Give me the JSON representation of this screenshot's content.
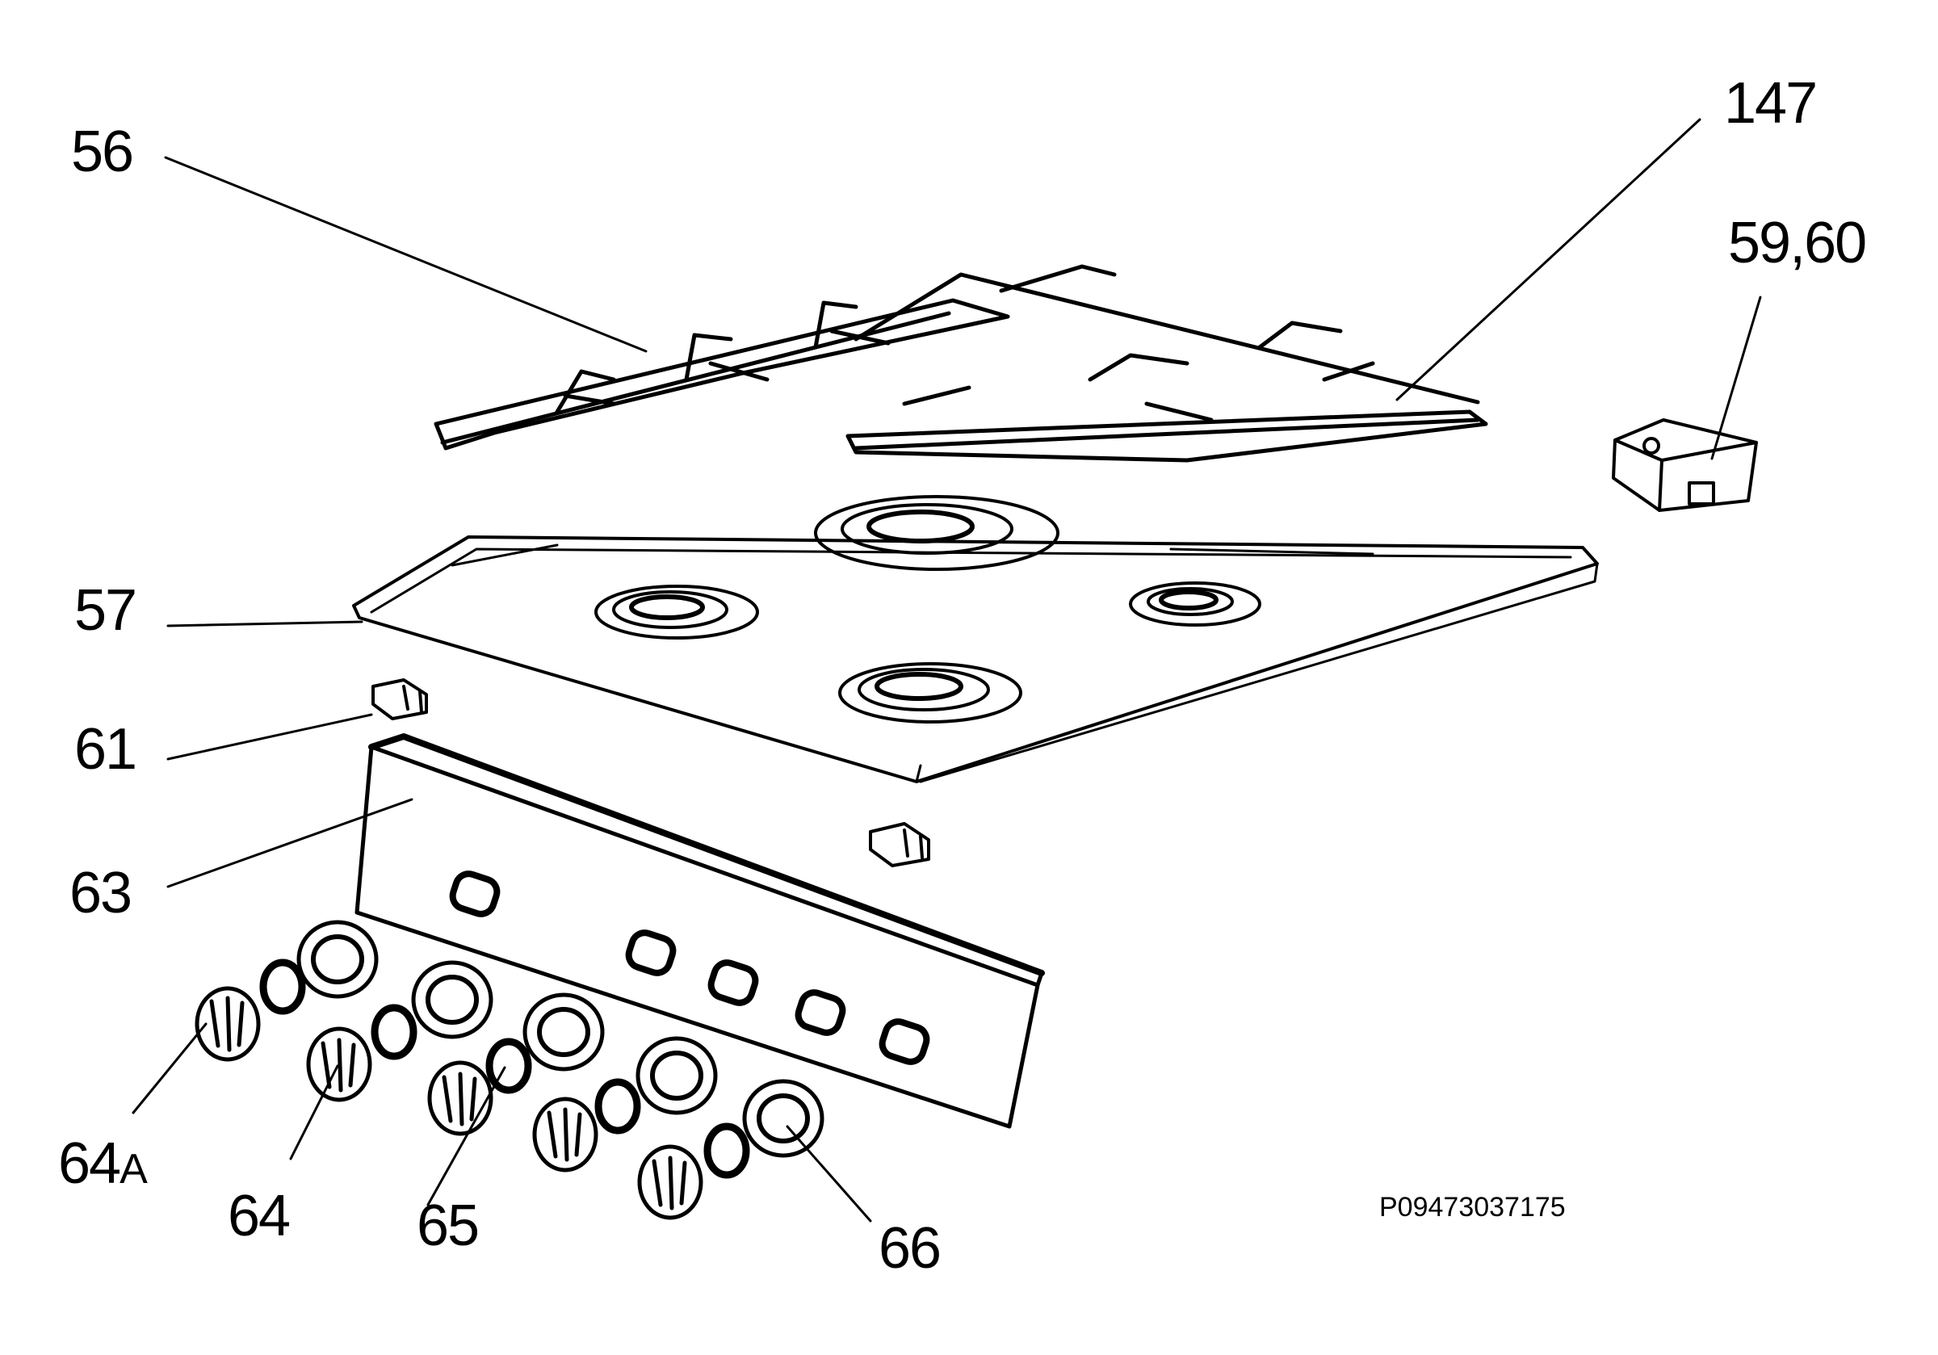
{
  "diagram": {
    "type": "exploded parts view",
    "reference_code": "P09473037175",
    "callouts": {
      "c56": "56",
      "c147": "147",
      "c5960": "59,60",
      "c57": "57",
      "c61": "61",
      "c63": "63",
      "c64a_num": "64",
      "c64a_suffix": "A",
      "c64": "64",
      "c65": "65",
      "c66": "66"
    },
    "parts": [
      {
        "callout": "56",
        "part": "pan support grid (left)"
      },
      {
        "callout": "147",
        "part": "pan support grid (right)"
      },
      {
        "callout": "59,60",
        "part": "ignition / spark module"
      },
      {
        "callout": "57",
        "part": "hob top panel with burners"
      },
      {
        "callout": "61",
        "part": "fixing clip"
      },
      {
        "callout": "63",
        "part": "control panel fascia"
      },
      {
        "callout": "64A",
        "part": "control knob"
      },
      {
        "callout": "64",
        "part": "control knob"
      },
      {
        "callout": "65",
        "part": "knob bezel / spring"
      },
      {
        "callout": "66",
        "part": "knob bezel ring"
      }
    ]
  }
}
